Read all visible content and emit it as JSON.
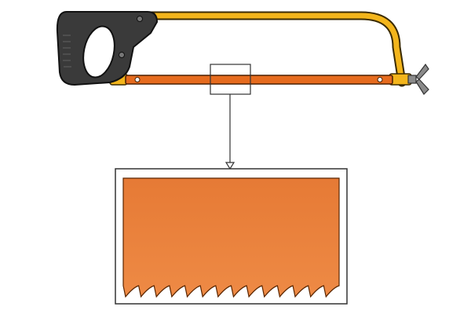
{
  "diagram": {
    "subject": "hacksaw",
    "parts": {
      "frame": {
        "name": "frame",
        "color": "#F3B51B",
        "outline": "#3a2a00"
      },
      "handle": {
        "name": "handle",
        "color": "#3a3a3a",
        "outline": "#111111"
      },
      "blade": {
        "name": "blade",
        "color": "#E66B1E",
        "outline": "#4a1f00"
      },
      "wing_nut": {
        "name": "wing-nut",
        "color": "#8a8a8a",
        "outline": "#333333"
      }
    },
    "magnify": {
      "from": "blade",
      "indicator": "arrow",
      "view": "magnified-blade-teeth",
      "blade_color": "#E67A35",
      "blade_color_light": "#EE8A45",
      "border_color": "#333333"
    }
  }
}
